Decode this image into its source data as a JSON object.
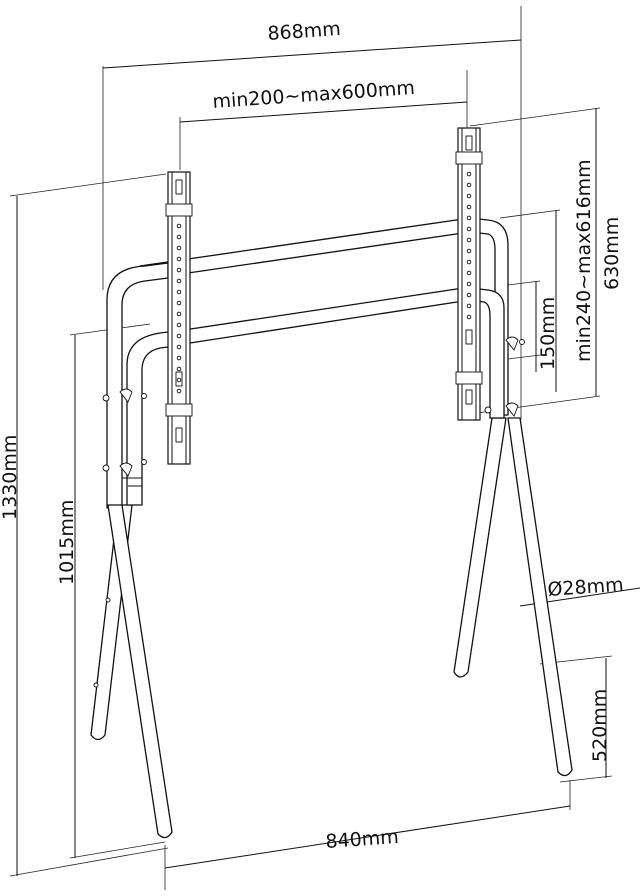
{
  "dimensions": {
    "overall_width": "868mm",
    "bracket_width": "min200~max600mm",
    "overall_height": "1330mm",
    "lower_height": "1015mm",
    "bracket_height": "630mm",
    "bracket_vertical_range": "min240~max616mm",
    "bar_spacing": "150mm",
    "tube_diameter": "Ø28mm",
    "foot_height": "520mm",
    "base_depth": "840mm"
  }
}
